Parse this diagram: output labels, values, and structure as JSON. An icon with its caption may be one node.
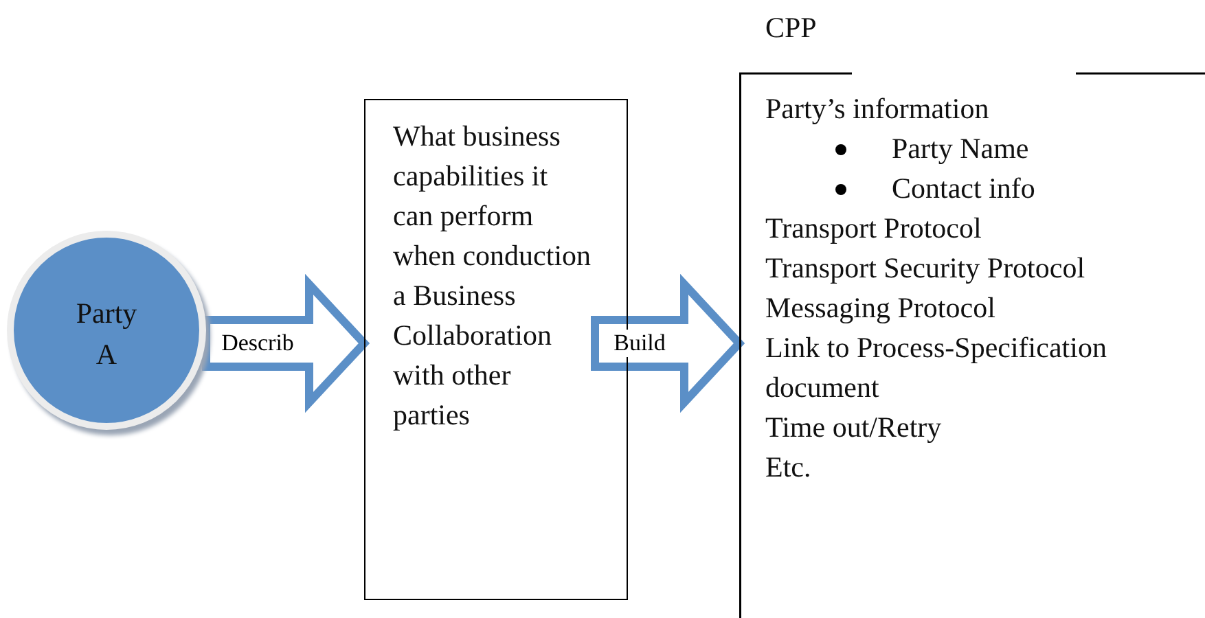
{
  "diagram": {
    "nodes": [
      {
        "text": [
          "Party A"
        ]
      },
      {
        "text": [
          "What business capabilities it can perform when conduction a Business Collaboration with other parties"
        ]
      },
      {
        "text": [
          "CPP",
          "Party’s information",
          "Party Name",
          "Contact info",
          "Transport Protocol",
          "Transport Security Protocol",
          "Messaging Protocol",
          "Link to Process-Specification document",
          "Time out/Retry",
          "Etc."
        ]
      }
    ],
    "edges": [
      {
        "from": 0,
        "to": 1,
        "arrow": "to",
        "label": "Describ"
      },
      {
        "from": 1,
        "to": 2,
        "arrow": "to",
        "label": "Build"
      }
    ]
  }
}
